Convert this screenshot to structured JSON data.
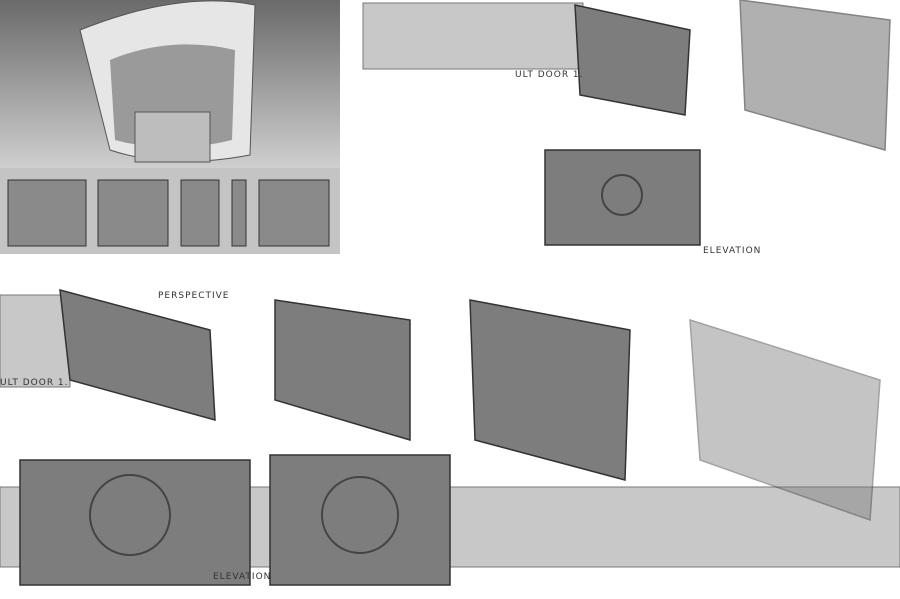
{
  "sheet": {
    "labels": {
      "vault_top": "ULT DOOR 1.",
      "elevation_top": "ELEVATION",
      "perspective": "PERSPECTIVE",
      "vault_mid": "ULT DOOR 1.",
      "elevation_bottom": "ELEVATION"
    },
    "colors": {
      "render_bg_top": "#6e6e6e",
      "render_bg_bottom": "#c9c9c9",
      "band": "#c8c8c8",
      "door_fill": "#7d7d7d",
      "door_dark": "#4d4d4d"
    }
  }
}
